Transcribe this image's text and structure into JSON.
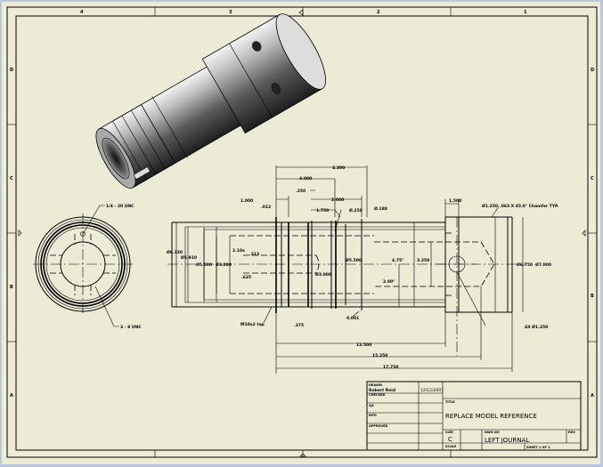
{
  "border": {
    "columns": [
      "4",
      "3",
      "2",
      "1"
    ],
    "rows": [
      "D",
      "C",
      "B",
      "A"
    ]
  },
  "dimensions": {
    "d4300": "4.300",
    "d4000": "4.000",
    "d1000": "1.000",
    "d250": ".250",
    "d2000": "2.000",
    "d1750": "1.750",
    "dia250": "Ø.250",
    "dia188": "Ø.188",
    "d012": ".012",
    "dia6320": "Ø6.320",
    "dia5910": "Ø5.910",
    "dia5500a": "Ø5.500",
    "dia3200": "Ø3.200",
    "dia5500b": "Ø5.500",
    "dia3000": "Ø3.000",
    "d210": "2.10s",
    "d313": ".313",
    "d625": ".625",
    "tap": "M10x2 tap",
    "d375": ".375",
    "d001": "0.001",
    "d13500": "13.500",
    "d15250": "15.250",
    "d17750": "17.750",
    "d475": "4.75\"",
    "d3250": "3.250",
    "d200": "2.00\"",
    "d1500": "1.500",
    "dia1250": "Ø1.250",
    "chamfer": ".063 X 45.0° Chamfer TYP.",
    "dia6750": "Ø6.750",
    "dia7000": "Ø7.000",
    "holes": "4X Ø1.250",
    "thread1": "1/4 - 20 UNC",
    "thread2": "3 - 8 UNC"
  },
  "title_block": {
    "drawn_label": "DRAWN",
    "drawn_by": "Robert Reid",
    "drawn_date": "12/12/2007",
    "checked_label": "CHECKED",
    "qa_label": "QA",
    "mfg_label": "MFG",
    "approved_label": "APPROVED",
    "title_label": "TITLE",
    "title": "REPLACE MODEL REFERENCE",
    "size_label": "SIZE",
    "size": "C",
    "dwg_no_label": "DWG NO",
    "dwg_no": "LEFT JOURNAL",
    "rev_label": "REV",
    "scale_label": "SCALE",
    "sheet": "SHEET 1  OF 1"
  }
}
